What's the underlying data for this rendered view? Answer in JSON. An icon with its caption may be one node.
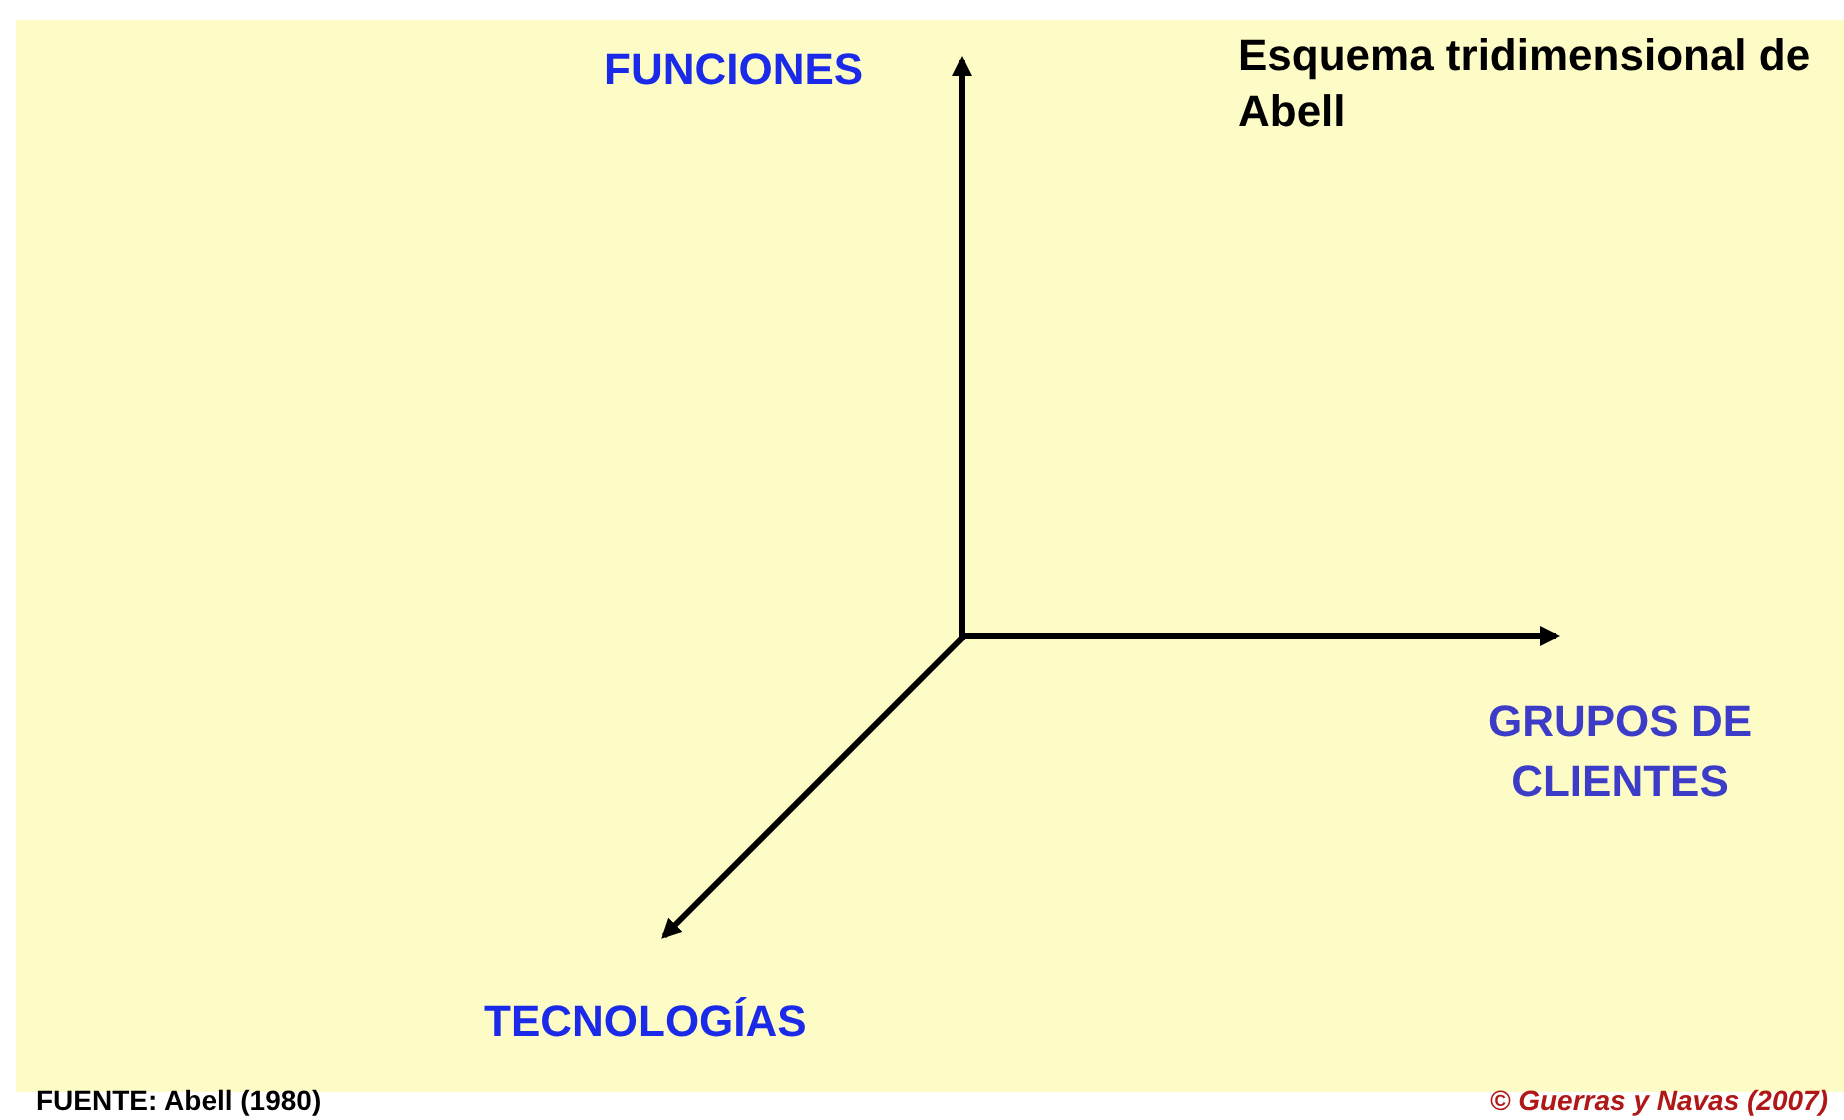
{
  "diagram": {
    "title": "Esquema tridimensional de Abell",
    "labels": [
      "FUNCIONES",
      "GRUPOS DE CLIENTES",
      "TECNOLOGÍAS",
      "FUENTE: Abell (1980)",
      "© Guerras y Navas (2007)"
    ]
  }
}
